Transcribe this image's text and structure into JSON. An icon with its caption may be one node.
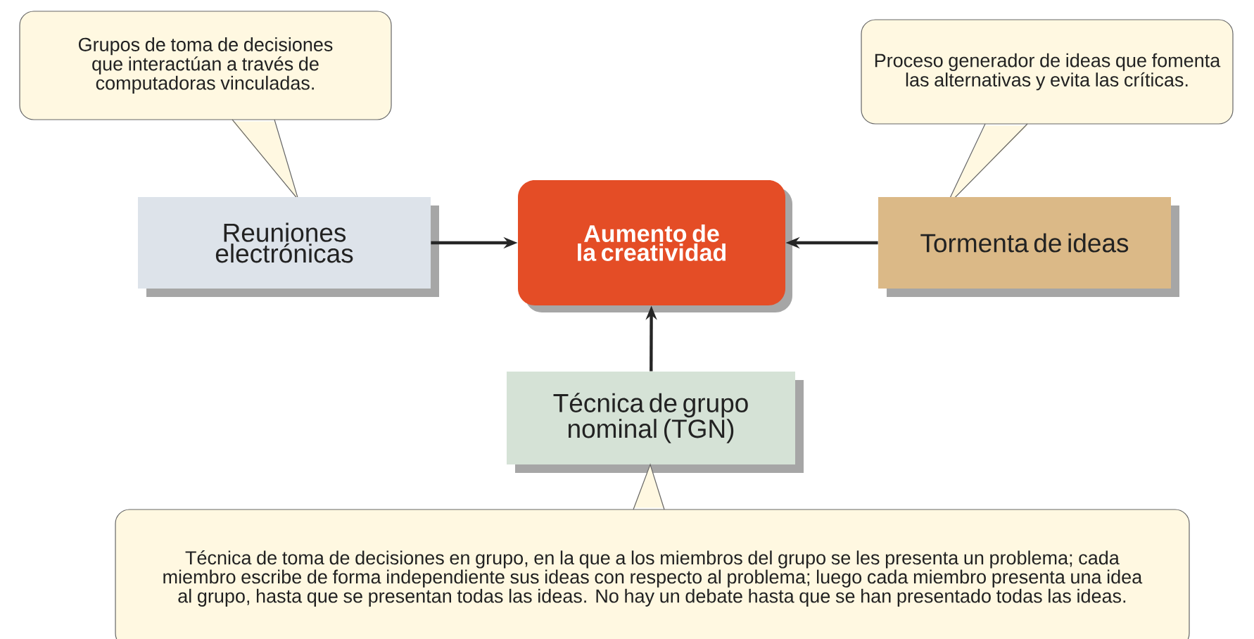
{
  "diagram": {
    "nodes": [
      {
        "text": [
          "Grupos de toma de decisiones que interactúan a través de computadoras vinculadas."
        ]
      },
      {
        "text": [
          "Proceso generador de ideas que fomenta las alternativas y evita las críticas."
        ]
      },
      {
        "text": [
          "Reuniones electrónicas"
        ]
      },
      {
        "text": [
          "Aumento de la creatividad"
        ]
      },
      {
        "text": [
          "Tormenta de ideas"
        ]
      },
      {
        "text": [
          "Técnica de grupo nominal (TGN)"
        ]
      },
      {
        "text": [
          "Técnica de toma de decisiones en grupo, en la que a los miembros del grupo se les presenta un problema; cada miembro escribe de forma independiente sus ideas con respecto al problema; luego cada miembro presenta una idea al grupo, hasta que se presentan todas las ideas. No hay un debate hasta que se han presentado todas las ideas."
        ]
      }
    ],
    "edges": [
      {
        "from": 2,
        "to": 3,
        "arrow": "to"
      },
      {
        "from": 4,
        "to": 3,
        "arrow": "to"
      },
      {
        "from": 5,
        "to": 3,
        "arrow": "to"
      }
    ]
  }
}
